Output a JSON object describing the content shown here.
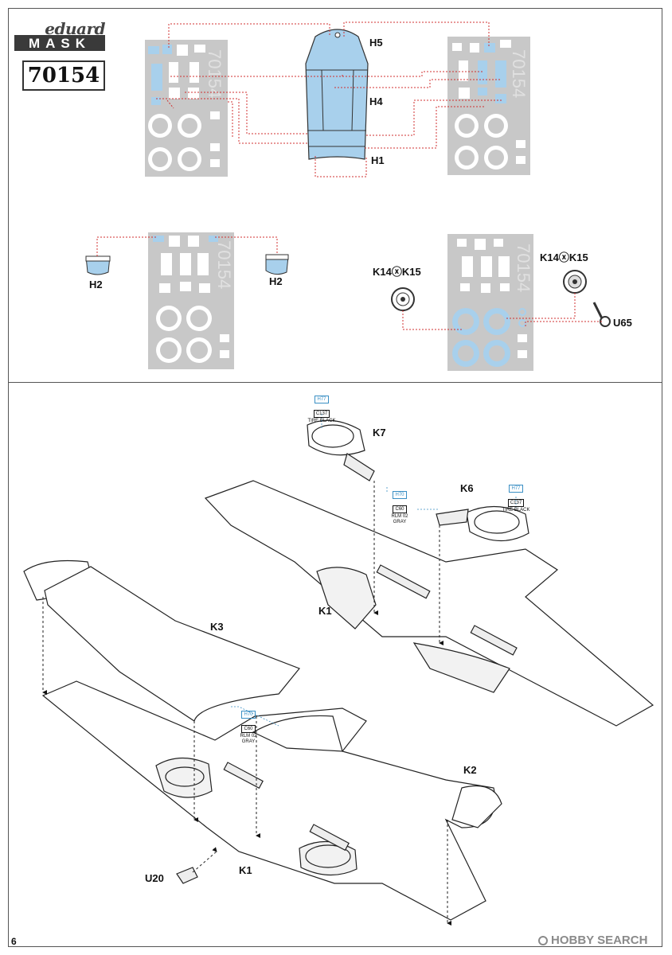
{
  "logo": {
    "brand": "eduard",
    "product_line": "MASK",
    "code": "70154"
  },
  "sheet_code": "70154",
  "labels": {
    "h5": "H5",
    "h4": "H4",
    "h1": "H1",
    "h2_left": "H2",
    "h2_right": "H2",
    "k14_k15_left": "K14ⓧK15",
    "k14_k15_right": "K14ⓧK15",
    "u65": "U65",
    "k7": "K7",
    "k6": "K6",
    "k1_upper": "K1",
    "k3": "K3",
    "k2": "K2",
    "k1_lower": "K1",
    "u20": "U20"
  },
  "paints": {
    "tire_k7": {
      "h": "H77",
      "c": "C137",
      "name": "TIRE BLACK"
    },
    "gray_k6": {
      "h": "H70",
      "c": "C60",
      "name1": "RLM 02",
      "name2": "GRAY"
    },
    "tire_k6": {
      "h": "H77",
      "c": "C137",
      "name": "TIRE BLACK"
    },
    "gray_wing": {
      "h": "H70",
      "c": "C60",
      "name1": "RLM 02",
      "name2": "GRAY"
    }
  },
  "page_number": "6",
  "watermark": "HOBBY SEARCH",
  "colors": {
    "mask_gray": "#c8c8c8",
    "mask_blue": "#a8d0ec",
    "leader_red": "#d03030",
    "paint_blue": "#3a8fc4"
  }
}
